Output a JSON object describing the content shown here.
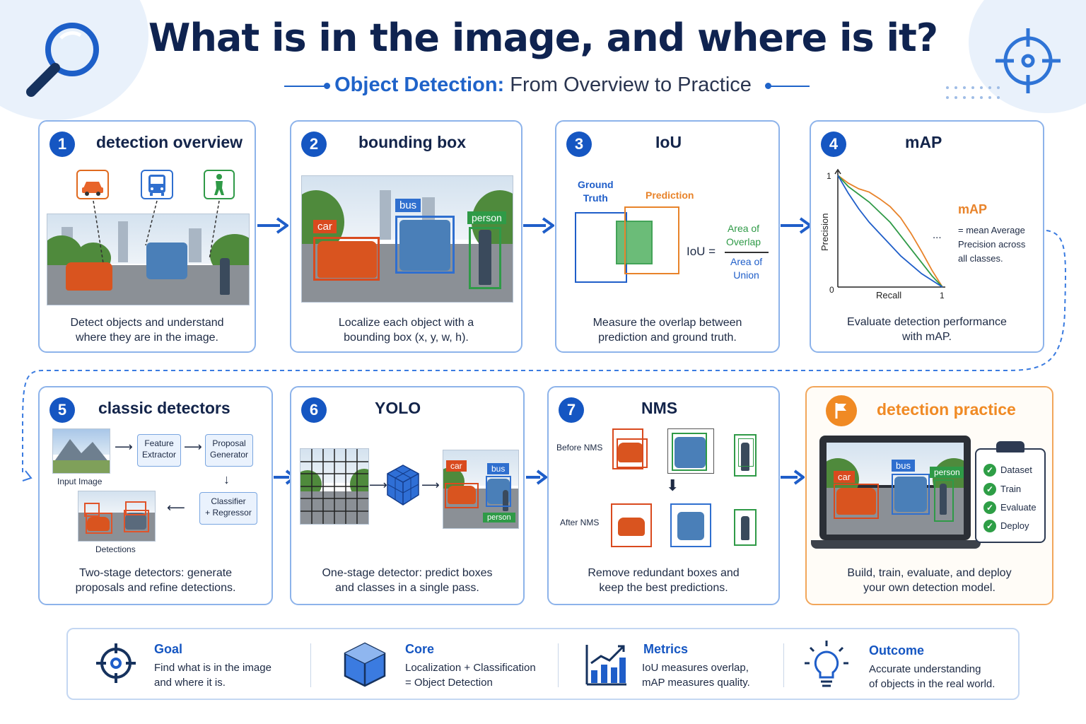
{
  "header": {
    "title": "What is in the image, and where is it?",
    "subtitle_accent": "Object Detection:",
    "subtitle_rest": " From Overview to Practice"
  },
  "cards": [
    {
      "num": "1",
      "title": "detection overview",
      "caption_l1": "Detect objects and understand",
      "caption_l2": "where they are in the image."
    },
    {
      "num": "2",
      "title": "bounding box",
      "caption_l1": "Localize each object with a",
      "caption_l2": "bounding box (x, y, w, h)."
    },
    {
      "num": "3",
      "title": "IoU",
      "caption_l1": "Measure the overlap between",
      "caption_l2": "prediction and ground truth."
    },
    {
      "num": "4",
      "title": "mAP",
      "caption_l1": "Evaluate detection performance",
      "caption_l2": "with mAP."
    },
    {
      "num": "5",
      "title": "classic detectors",
      "caption_l1": "Two-stage detectors: generate",
      "caption_l2": "proposals and refine detections."
    },
    {
      "num": "6",
      "title": "YOLO",
      "caption_l1": "One-stage detector: predict boxes",
      "caption_l2": "and classes in a single pass."
    },
    {
      "num": "7",
      "title": "NMS",
      "caption_l1": "Remove redundant boxes and",
      "caption_l2": "keep the best predictions."
    },
    {
      "num": "",
      "title": "detection practice",
      "caption_l1": "Build, train, evaluate, and deploy",
      "caption_l2": "your own detection model."
    }
  ],
  "labels": {
    "car": "car",
    "bus": "bus",
    "person": "person"
  },
  "iou": {
    "ground_truth": "Ground\nTruth",
    "prediction": "Prediction",
    "eq": "IoU =",
    "numerator": "Area of\nOverlap",
    "denominator": "Area of\nUnion"
  },
  "map_chart": {
    "ylabel": "Precision",
    "xlabel": "Recall",
    "y_top": "1",
    "origin": "0",
    "x_right": "1",
    "ellipsis": "...",
    "map_title": "mAP",
    "map_desc": "= mean Average\nPrecision across\nall classes."
  },
  "chart_data": {
    "type": "line",
    "title": "",
    "xlabel": "Recall",
    "ylabel": "Precision",
    "xlim": [
      0,
      1
    ],
    "ylim": [
      0,
      1
    ],
    "series": [
      {
        "color": "#e8832a",
        "x": [
          0,
          0.1,
          0.2,
          0.3,
          0.4,
          0.5,
          0.6,
          0.7,
          0.8,
          0.9,
          1.0
        ],
        "values": [
          1.0,
          0.93,
          0.88,
          0.85,
          0.79,
          0.72,
          0.62,
          0.48,
          0.32,
          0.15,
          0.0
        ]
      },
      {
        "color": "#2f9a47",
        "x": [
          0,
          0.1,
          0.2,
          0.3,
          0.4,
          0.5,
          0.6,
          0.7,
          0.8,
          0.9,
          1.0
        ],
        "values": [
          1.0,
          0.9,
          0.83,
          0.76,
          0.67,
          0.58,
          0.46,
          0.34,
          0.22,
          0.1,
          0.0
        ]
      },
      {
        "color": "#1f5ec9",
        "x": [
          0,
          0.1,
          0.2,
          0.3,
          0.4,
          0.5,
          0.6,
          0.7,
          0.8,
          0.9,
          1.0
        ],
        "values": [
          1.0,
          0.84,
          0.7,
          0.58,
          0.48,
          0.38,
          0.28,
          0.2,
          0.12,
          0.06,
          0.0
        ]
      }
    ]
  },
  "classic": {
    "input_image": "Input Image",
    "feature_extractor": "Feature\nExtractor",
    "proposal_generator": "Proposal\nGenerator",
    "classifier": "Classifier\n+ Regressor",
    "detections": "Detections"
  },
  "nms": {
    "before": "Before NMS",
    "after": "After NMS"
  },
  "checklist": [
    "Dataset",
    "Train",
    "Evaluate",
    "Deploy"
  ],
  "bottom": [
    {
      "title": "Goal",
      "l1": "Find what is in the image",
      "l2": "and where it is.",
      "icon": "target-icon"
    },
    {
      "title": "Core",
      "l1": "Localization + Classification",
      "l2": "= Object Detection",
      "icon": "cube-icon"
    },
    {
      "title": "Metrics",
      "l1": "IoU measures overlap,",
      "l2": "mAP measures quality.",
      "icon": "bar-chart-icon"
    },
    {
      "title": "Outcome",
      "l1": "Accurate understanding",
      "l2": "of objects in the real world.",
      "icon": "lightbulb-icon"
    }
  ],
  "colors": {
    "primary": "#1556c2",
    "car": "#d94a1e",
    "bus": "#2f6fcf",
    "person": "#2f9a47",
    "practice": "#f08a24"
  }
}
